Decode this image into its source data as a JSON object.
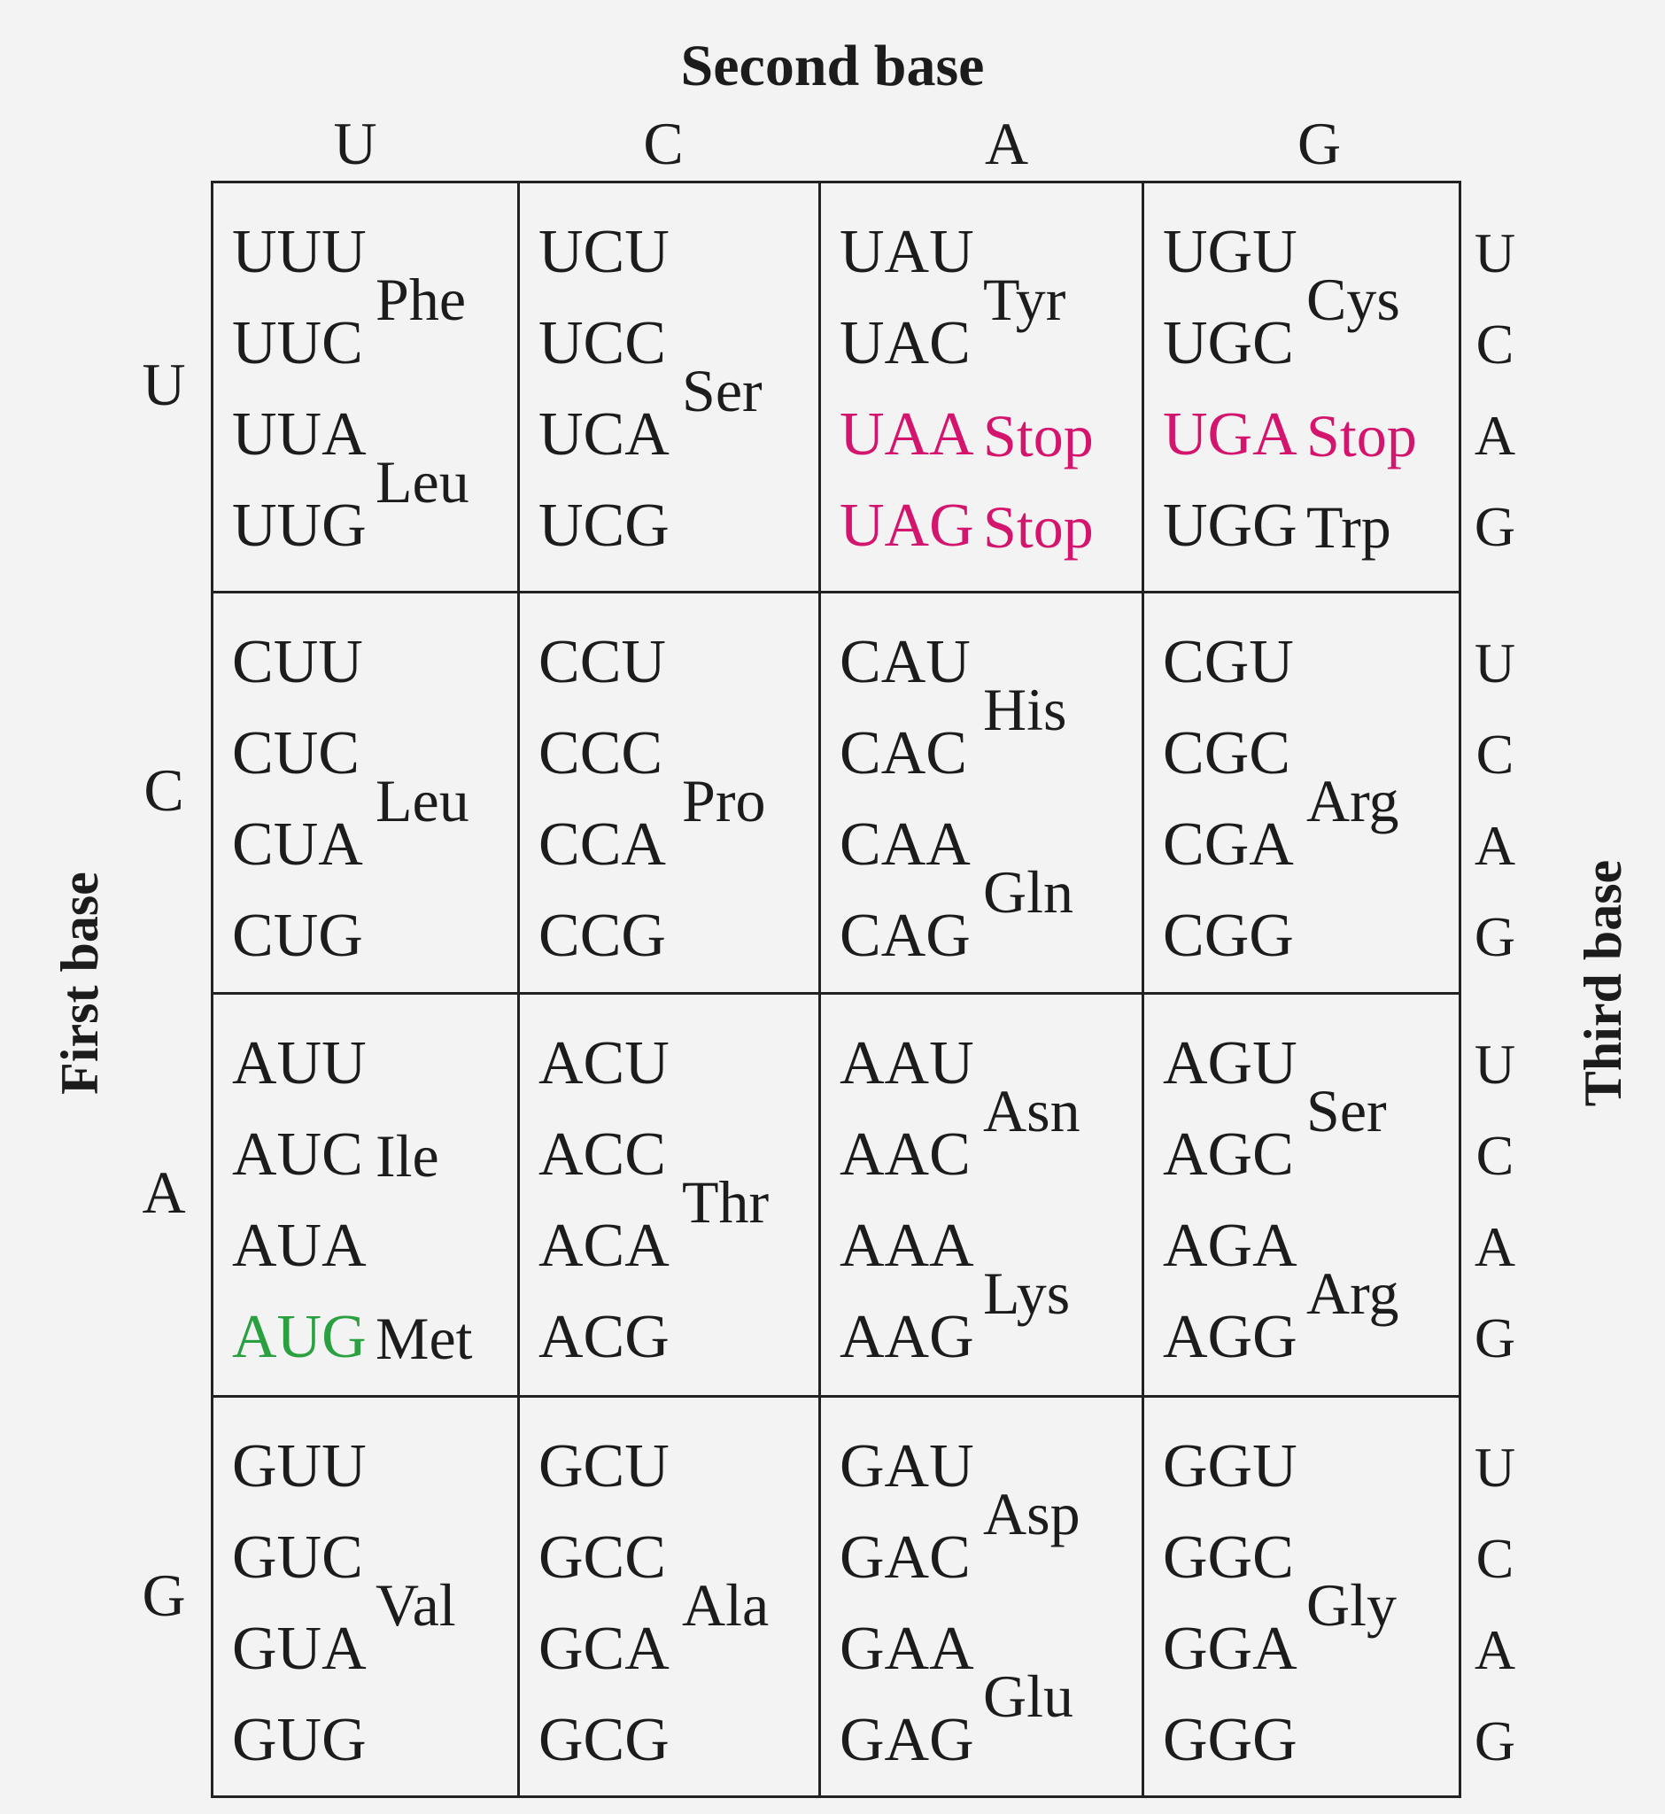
{
  "labels": {
    "second_base": "Second base",
    "first_base": "First base",
    "third_base": "Third base"
  },
  "colors": {
    "stop": "#d4156e",
    "start": "#2aa040",
    "text": "#1c1c1c"
  },
  "bases": [
    "U",
    "C",
    "A",
    "G"
  ],
  "rows": [
    {
      "first": "U",
      "blocks": [
        {
          "codons": [
            {
              "t": "UUU"
            },
            {
              "t": "UUC"
            },
            {
              "t": "UUA"
            },
            {
              "t": "UUG"
            }
          ],
          "aas": [
            {
              "t": "Phe",
              "pos": 1.5
            },
            {
              "t": "Leu",
              "pos": 3.5
            }
          ]
        },
        {
          "codons": [
            {
              "t": "UCU"
            },
            {
              "t": "UCC"
            },
            {
              "t": "UCA"
            },
            {
              "t": "UCG"
            }
          ],
          "aas": [
            {
              "t": "Ser",
              "pos": 2.5
            }
          ]
        },
        {
          "codons": [
            {
              "t": "UAU"
            },
            {
              "t": "UAC"
            },
            {
              "t": "UAA",
              "c": "stop"
            },
            {
              "t": "UAG",
              "c": "stop"
            }
          ],
          "aas": [
            {
              "t": "Tyr",
              "pos": 1.5
            },
            {
              "t": "Stop",
              "pos": 3,
              "c": "stop"
            },
            {
              "t": "Stop",
              "pos": 4,
              "c": "stop"
            }
          ]
        },
        {
          "codons": [
            {
              "t": "UGU"
            },
            {
              "t": "UGC"
            },
            {
              "t": "UGA",
              "c": "stop"
            },
            {
              "t": "UGG"
            }
          ],
          "aas": [
            {
              "t": "Cys",
              "pos": 1.5
            },
            {
              "t": "Stop",
              "pos": 3,
              "c": "stop"
            },
            {
              "t": "Trp",
              "pos": 4
            }
          ]
        }
      ]
    },
    {
      "first": "C",
      "blocks": [
        {
          "codons": [
            {
              "t": "CUU"
            },
            {
              "t": "CUC"
            },
            {
              "t": "CUA"
            },
            {
              "t": "CUG"
            }
          ],
          "aas": [
            {
              "t": "Leu",
              "pos": 2.5
            }
          ]
        },
        {
          "codons": [
            {
              "t": "CCU"
            },
            {
              "t": "CCC"
            },
            {
              "t": "CCA"
            },
            {
              "t": "CCG"
            }
          ],
          "aas": [
            {
              "t": "Pro",
              "pos": 2.5
            }
          ]
        },
        {
          "codons": [
            {
              "t": "CAU"
            },
            {
              "t": "CAC"
            },
            {
              "t": "CAA"
            },
            {
              "t": "CAG"
            }
          ],
          "aas": [
            {
              "t": "His",
              "pos": 1.5
            },
            {
              "t": "Gln",
              "pos": 3.5
            }
          ]
        },
        {
          "codons": [
            {
              "t": "CGU"
            },
            {
              "t": "CGC"
            },
            {
              "t": "CGA"
            },
            {
              "t": "CGG"
            }
          ],
          "aas": [
            {
              "t": "Arg",
              "pos": 2.5
            }
          ]
        }
      ]
    },
    {
      "first": "A",
      "blocks": [
        {
          "codons": [
            {
              "t": "AUU"
            },
            {
              "t": "AUC"
            },
            {
              "t": "AUA"
            },
            {
              "t": "AUG",
              "c": "start"
            }
          ],
          "aas": [
            {
              "t": "Ile",
              "pos": 2
            },
            {
              "t": "Met",
              "pos": 4
            }
          ]
        },
        {
          "codons": [
            {
              "t": "ACU"
            },
            {
              "t": "ACC"
            },
            {
              "t": "ACA"
            },
            {
              "t": "ACG"
            }
          ],
          "aas": [
            {
              "t": "Thr",
              "pos": 2.5
            }
          ]
        },
        {
          "codons": [
            {
              "t": "AAU"
            },
            {
              "t": "AAC"
            },
            {
              "t": "AAA"
            },
            {
              "t": "AAG"
            }
          ],
          "aas": [
            {
              "t": "Asn",
              "pos": 1.5
            },
            {
              "t": "Lys",
              "pos": 3.5
            }
          ]
        },
        {
          "codons": [
            {
              "t": "AGU"
            },
            {
              "t": "AGC"
            },
            {
              "t": "AGA"
            },
            {
              "t": "AGG"
            }
          ],
          "aas": [
            {
              "t": "Ser",
              "pos": 1.5
            },
            {
              "t": "Arg",
              "pos": 3.5
            }
          ]
        }
      ]
    },
    {
      "first": "G",
      "blocks": [
        {
          "codons": [
            {
              "t": "GUU"
            },
            {
              "t": "GUC"
            },
            {
              "t": "GUA"
            },
            {
              "t": "GUG"
            }
          ],
          "aas": [
            {
              "t": "Val",
              "pos": 2.5
            }
          ]
        },
        {
          "codons": [
            {
              "t": "GCU"
            },
            {
              "t": "GCC"
            },
            {
              "t": "GCA"
            },
            {
              "t": "GCG"
            }
          ],
          "aas": [
            {
              "t": "Ala",
              "pos": 2.5
            }
          ]
        },
        {
          "codons": [
            {
              "t": "GAU"
            },
            {
              "t": "GAC"
            },
            {
              "t": "GAA"
            },
            {
              "t": "GAG"
            }
          ],
          "aas": [
            {
              "t": "Asp",
              "pos": 1.5
            },
            {
              "t": "Glu",
              "pos": 3.5
            }
          ]
        },
        {
          "codons": [
            {
              "t": "GGU"
            },
            {
              "t": "GGC"
            },
            {
              "t": "GGA"
            },
            {
              "t": "GGG"
            }
          ],
          "aas": [
            {
              "t": "Gly",
              "pos": 2.5
            }
          ]
        }
      ]
    }
  ]
}
